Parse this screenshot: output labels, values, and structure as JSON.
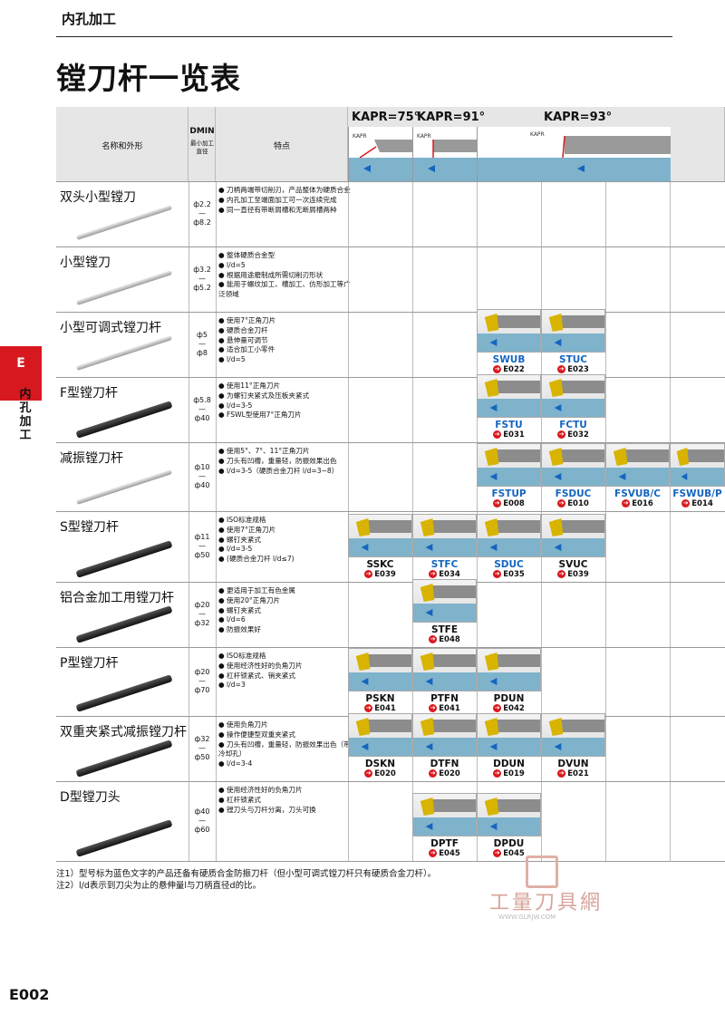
{
  "section": "内孔加工",
  "title": "镗刀杆一览表",
  "side_tab": {
    "letter": "E",
    "text": "内孔加工"
  },
  "header": {
    "name_shape": "名称和外形",
    "dmin": "DMIN",
    "dmin_sub": "最小加工直径",
    "features": "特点",
    "kapr75": "KAPR=75°",
    "kapr91": "KAPR=91°",
    "kapr93": "KAPR=93°",
    "kapr_diag": "KAPR"
  },
  "rows": [
    {
      "name": "双头小型镗刀",
      "dmin": [
        "ф2.2",
        "—",
        "ф8.2"
      ],
      "features": [
        "刀柄两端带切削刃，产品整体为硬质合金",
        "内孔加工至端面加工可一次连续完成",
        "同一直径有带断屑槽和无断屑槽两种"
      ],
      "tools": []
    },
    {
      "name": "小型镗刀",
      "dmin": [
        "ф3.2",
        "—",
        "ф5.2"
      ],
      "features": [
        "整体硬质合金型",
        "l/d=5",
        "根据用途磨制成所需切削刃形状",
        "能用于螺纹加工、槽加工、仿形加工等广泛领域"
      ],
      "tools": []
    },
    {
      "name": "小型可调式镗刀杆",
      "dmin": [
        "ф5",
        "—",
        "ф8"
      ],
      "features": [
        "使用7°正角刀片",
        "硬质合金刀杆",
        "悬伸量可调节",
        "适合加工小零件",
        "l/d=5"
      ],
      "tools": [
        {
          "code": "SWUB",
          "ref": "E022",
          "blue": true
        },
        {
          "code": "STUC",
          "ref": "E023",
          "blue": true
        }
      ]
    },
    {
      "name": "F型镗刀杆",
      "dmin": [
        "ф5.8",
        "—",
        "ф40"
      ],
      "features": [
        "使用11°正角刀片",
        "为螺钉夹紧式及压板夹紧式",
        "l/d=3-5",
        "FSWL型使用7°正角刀片"
      ],
      "tools": [
        {
          "code": "FSTU",
          "ref": "E031",
          "blue": true
        },
        {
          "code": "FCTU",
          "ref": "E032",
          "blue": true
        }
      ]
    },
    {
      "name": "减振镗刀杆",
      "dmin": [
        "ф10",
        "—",
        "ф40"
      ],
      "features": [
        "使用5°、7°、11°正角刀片",
        "刀头有凹槽，重量轻，防振效果出色",
        "l/d=3-5（硬质合金刀杆 l/d=3~8）"
      ],
      "tools": [
        {
          "code": "FSTUP",
          "ref": "E008",
          "blue": true
        },
        {
          "code": "FSDUC",
          "ref": "E010",
          "blue": true
        },
        {
          "code": "FSVUB/C",
          "ref": "E016",
          "blue": true
        },
        {
          "code": "FSWUB/P",
          "ref": "E014",
          "blue": true
        }
      ]
    },
    {
      "name": "S型镗刀杆",
      "dmin": [
        "ф11",
        "—",
        "ф50"
      ],
      "features": [
        "ISO标准规格",
        "使用7°正角刀片",
        "螺钉夹紧式",
        "l/d=3-5",
        "(硬质合金刀杆 l/d≤7)"
      ],
      "tools": [
        {
          "code": "SSKC",
          "ref": "E039",
          "blue": false
        },
        {
          "code": "STFC",
          "ref": "E034",
          "blue": true
        },
        {
          "code": "SDUC",
          "ref": "E035",
          "blue": true
        },
        {
          "code": "SVUC",
          "ref": "E039",
          "blue": false
        }
      ]
    },
    {
      "name": "铝合金加工用镗刀杆",
      "dmin": [
        "ф20",
        "—",
        "ф32"
      ],
      "features": [
        "更适用于加工有色金属",
        "使用20°正角刀片",
        "螺钉夹紧式",
        "l/d=6",
        "防振效果好"
      ],
      "tools": [
        {
          "code": "STFE",
          "ref": "E048",
          "blue": false
        }
      ]
    },
    {
      "name": "P型镗刀杆",
      "dmin": [
        "ф20",
        "—",
        "ф70"
      ],
      "features": [
        "ISO标准规格",
        "使用经济性好的负角刀片",
        "杠杆锁紧式、销夹紧式",
        "l/d=3"
      ],
      "tools": [
        {
          "code": "PSKN",
          "ref": "E041",
          "blue": false
        },
        {
          "code": "PTFN",
          "ref": "E041",
          "blue": false
        },
        {
          "code": "PDUN",
          "ref": "E042",
          "blue": false
        }
      ]
    },
    {
      "name": "双重夹紧式减振镗刀杆",
      "dmin": [
        "ф32",
        "—",
        "ф50"
      ],
      "features": [
        "使用负角刀片",
        "操作便捷型双重夹紧式",
        "刀头有凹槽，重量轻，防振效果出色（带冷却孔）",
        "l/d=3-4"
      ],
      "tools": [
        {
          "code": "DSKN",
          "ref": "E020",
          "blue": false
        },
        {
          "code": "DTFN",
          "ref": "E020",
          "blue": false
        },
        {
          "code": "DDUN",
          "ref": "E019",
          "blue": false
        },
        {
          "code": "DVUN",
          "ref": "E021",
          "blue": false
        }
      ]
    },
    {
      "name": "D型镗刀头",
      "dmin": [
        "ф40",
        "—",
        "ф60"
      ],
      "features": [
        "使用经济性好的负角刀片",
        "杠杆锁紧式",
        "镗刀头与刀杆分离，刀头可换"
      ],
      "tools": [
        {
          "code": "DPTF",
          "ref": "E045",
          "blue": false
        },
        {
          "code": "DPDU",
          "ref": "E045",
          "blue": false
        }
      ]
    }
  ],
  "notes": [
    "注1）型号标为蓝色文字的产品还备有硬质合金防振刀杆（但小型可调式镗刀杆只有硬质合金刀杆）。",
    "注2）l/d表示到刀尖为止的悬伸量l与刀柄直径d的比。"
  ],
  "watermark": {
    "text": "工量刀具網",
    "url": "WWW.GLRJW.COM"
  },
  "page_number": "E002",
  "colors": {
    "accent_red": "#d7191f",
    "blue_code": "#1565c0",
    "header_gray": "#e6e6e6",
    "water_blue": "#7fb3cc"
  }
}
